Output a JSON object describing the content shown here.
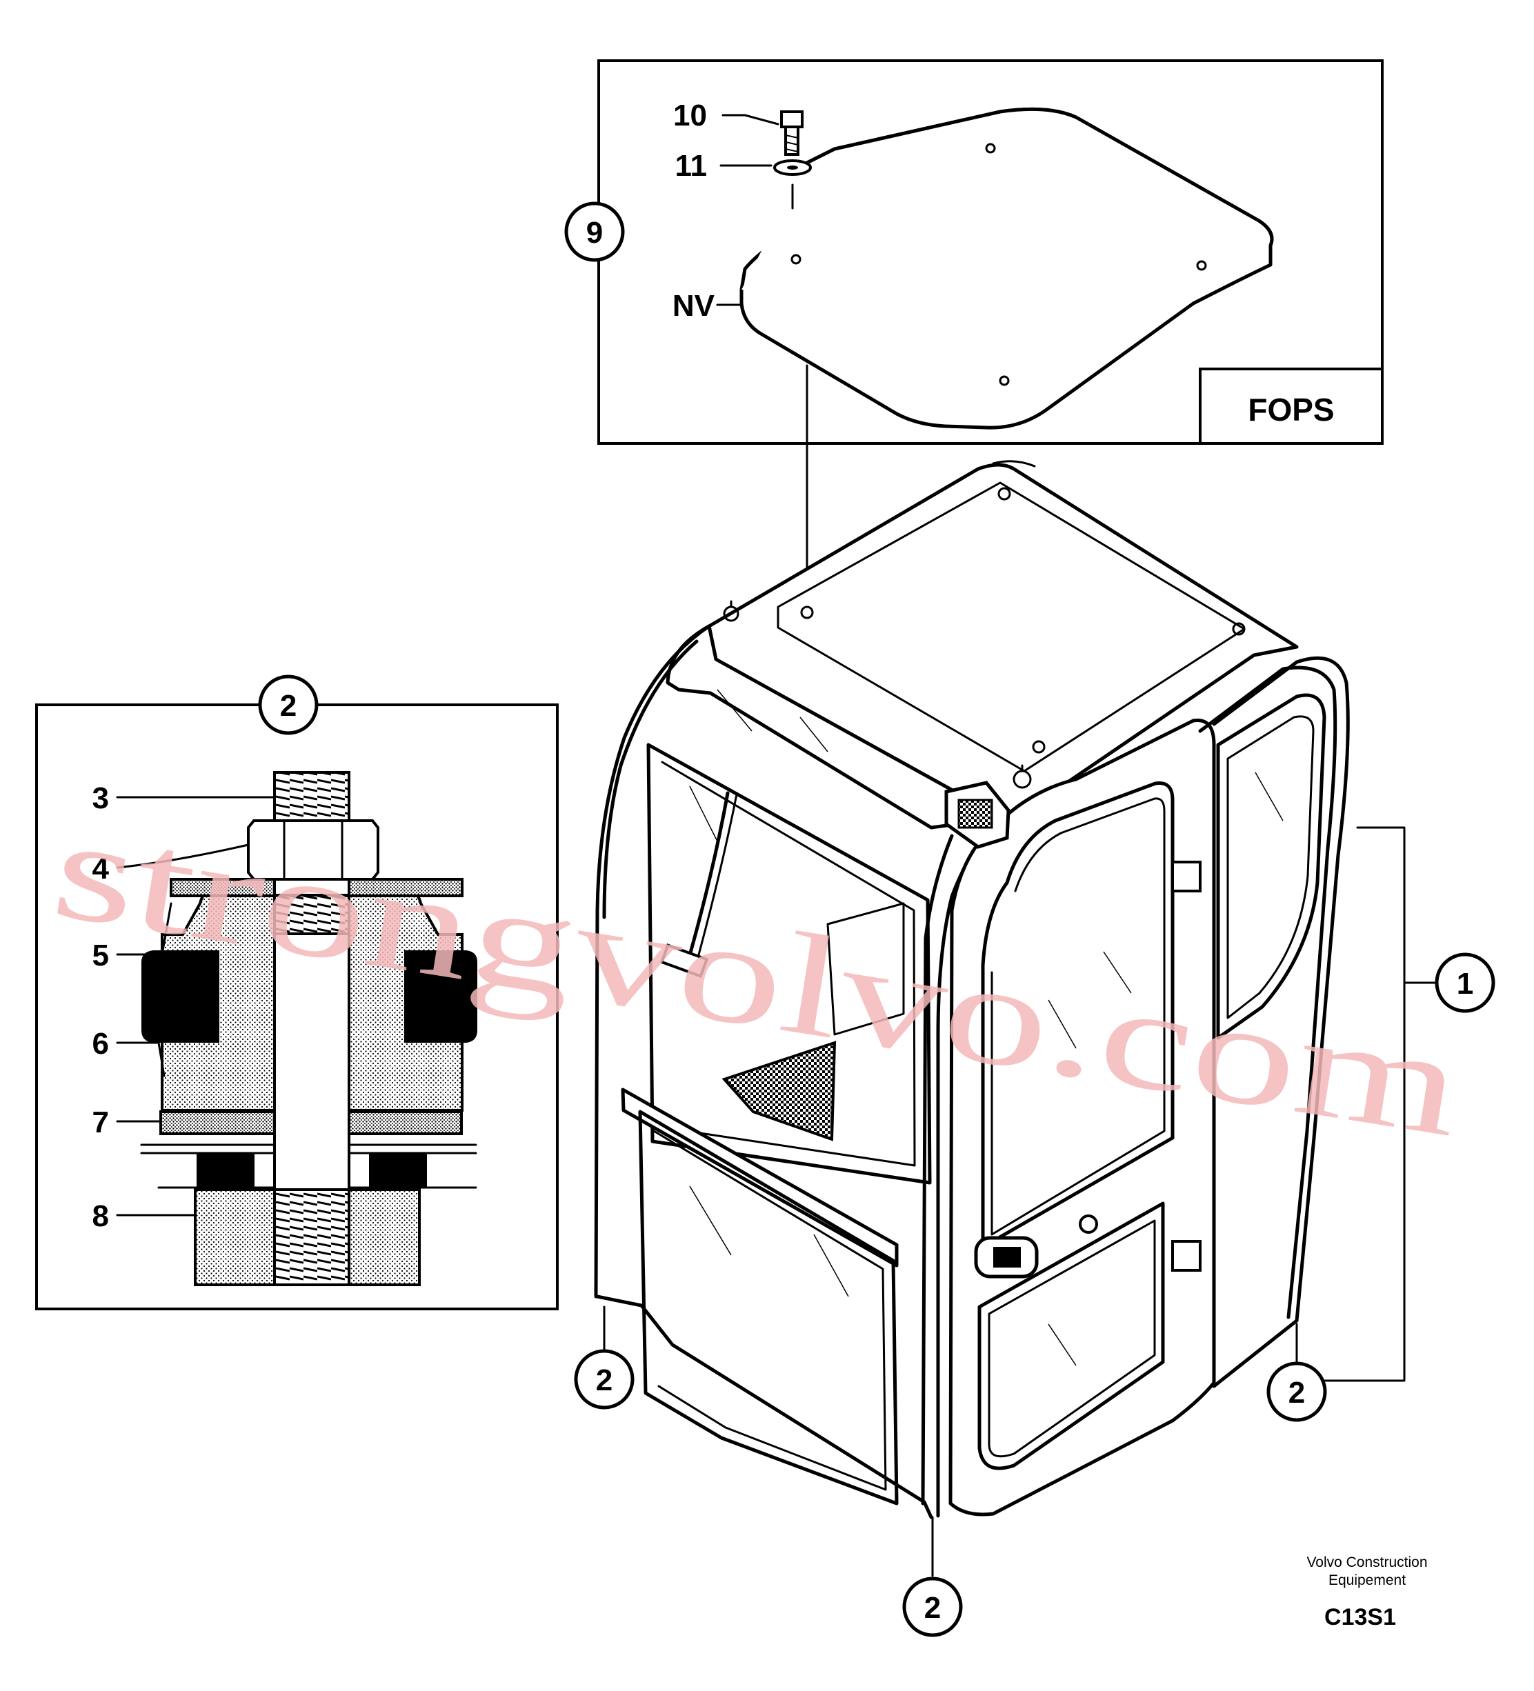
{
  "fops_panel": {
    "title": "FOPS",
    "callouts": [
      {
        "id": "callout-9",
        "label": "9",
        "circled": true
      },
      {
        "id": "callout-10",
        "label": "10",
        "circled": false
      },
      {
        "id": "callout-11",
        "label": "11",
        "circled": false
      },
      {
        "id": "callout-nv",
        "label": "NV",
        "circled": false
      }
    ]
  },
  "detail_panel": {
    "title_callout": "2",
    "callouts": [
      "3",
      "4",
      "5",
      "6",
      "7",
      "8"
    ]
  },
  "cab": {
    "callout_1": "1",
    "mount_callouts": [
      "2",
      "2",
      "2"
    ]
  },
  "watermark": "strongvolvo.com",
  "footer": {
    "company_line1": "Volvo Construction",
    "company_line2": "Equipement",
    "drawing_code": "C13S1"
  }
}
